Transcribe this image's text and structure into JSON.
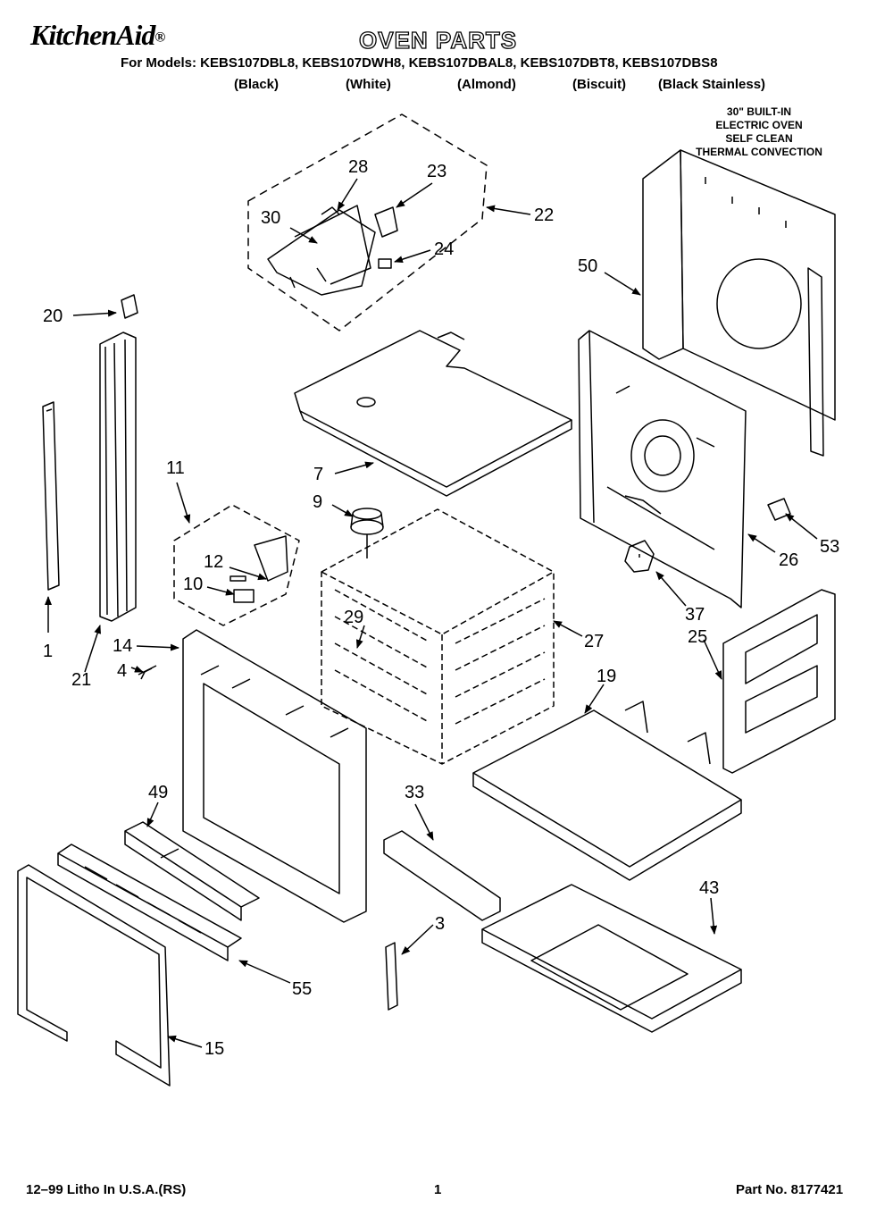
{
  "header": {
    "brand": "KitchenAid",
    "brand_mark": "®",
    "title": "OVEN PARTS",
    "models_line": "For Models: KEBS107DBL8, KEBS107DWH8, KEBS107DBAL8, KEBS107DBT8, KEBS107DBS8",
    "colors": [
      "(Black)",
      "(White)",
      "(Almond)",
      "(Biscuit)",
      "(Black Stainless)"
    ],
    "description": [
      "30\" BUILT-IN",
      "ELECTRIC OVEN",
      "SELF CLEAN",
      "THERMAL CONVECTION"
    ]
  },
  "callouts": [
    "28",
    "23",
    "30",
    "22",
    "24",
    "20",
    "50",
    "7",
    "11",
    "9",
    "12",
    "10",
    "53",
    "26",
    "37",
    "25",
    "29",
    "27",
    "14",
    "4",
    "1",
    "21",
    "19",
    "49",
    "33",
    "43",
    "3",
    "55",
    "15"
  ],
  "footer": {
    "litho": "12–99 Litho In U.S.A.(RS)",
    "page": "1",
    "part_no": "Part No. 8177421"
  }
}
